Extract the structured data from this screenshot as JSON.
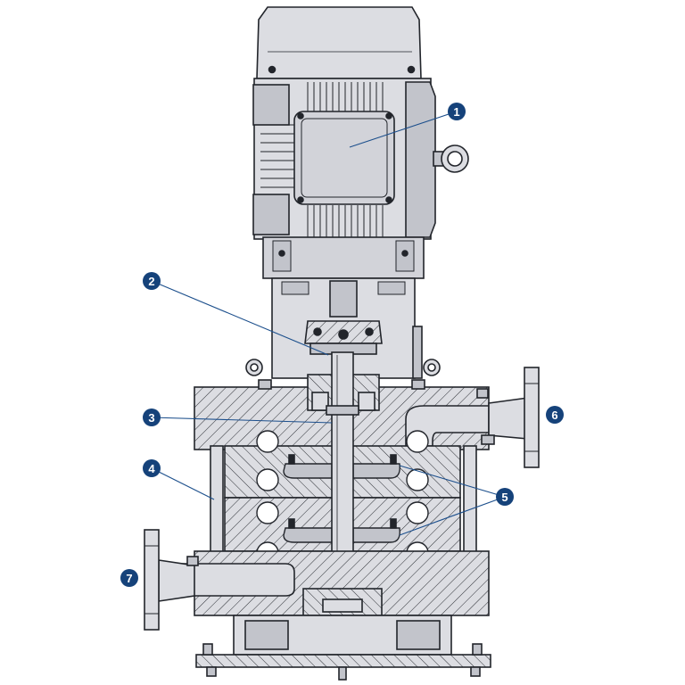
{
  "diagram": {
    "palette": {
      "body_fill": "#dcdde2",
      "body_fill_dark": "#c2c4cb",
      "outline": "#22252b",
      "hatch": "#2b2e34",
      "marker_fill": "#15427a",
      "marker_text": "#ffffff",
      "leader_line": "#1c4f8c"
    },
    "callouts": [
      {
        "id": "1",
        "label": "1",
        "part": "motor"
      },
      {
        "id": "2",
        "label": "2",
        "part": "coupling"
      },
      {
        "id": "3",
        "label": "3",
        "part": "shaft"
      },
      {
        "id": "4",
        "label": "4",
        "part": "stage-casing"
      },
      {
        "id": "5",
        "label": "5",
        "part": "impeller"
      },
      {
        "id": "6",
        "label": "6",
        "part": "discharge-flange"
      },
      {
        "id": "7",
        "label": "7",
        "part": "suction-flange"
      }
    ]
  }
}
